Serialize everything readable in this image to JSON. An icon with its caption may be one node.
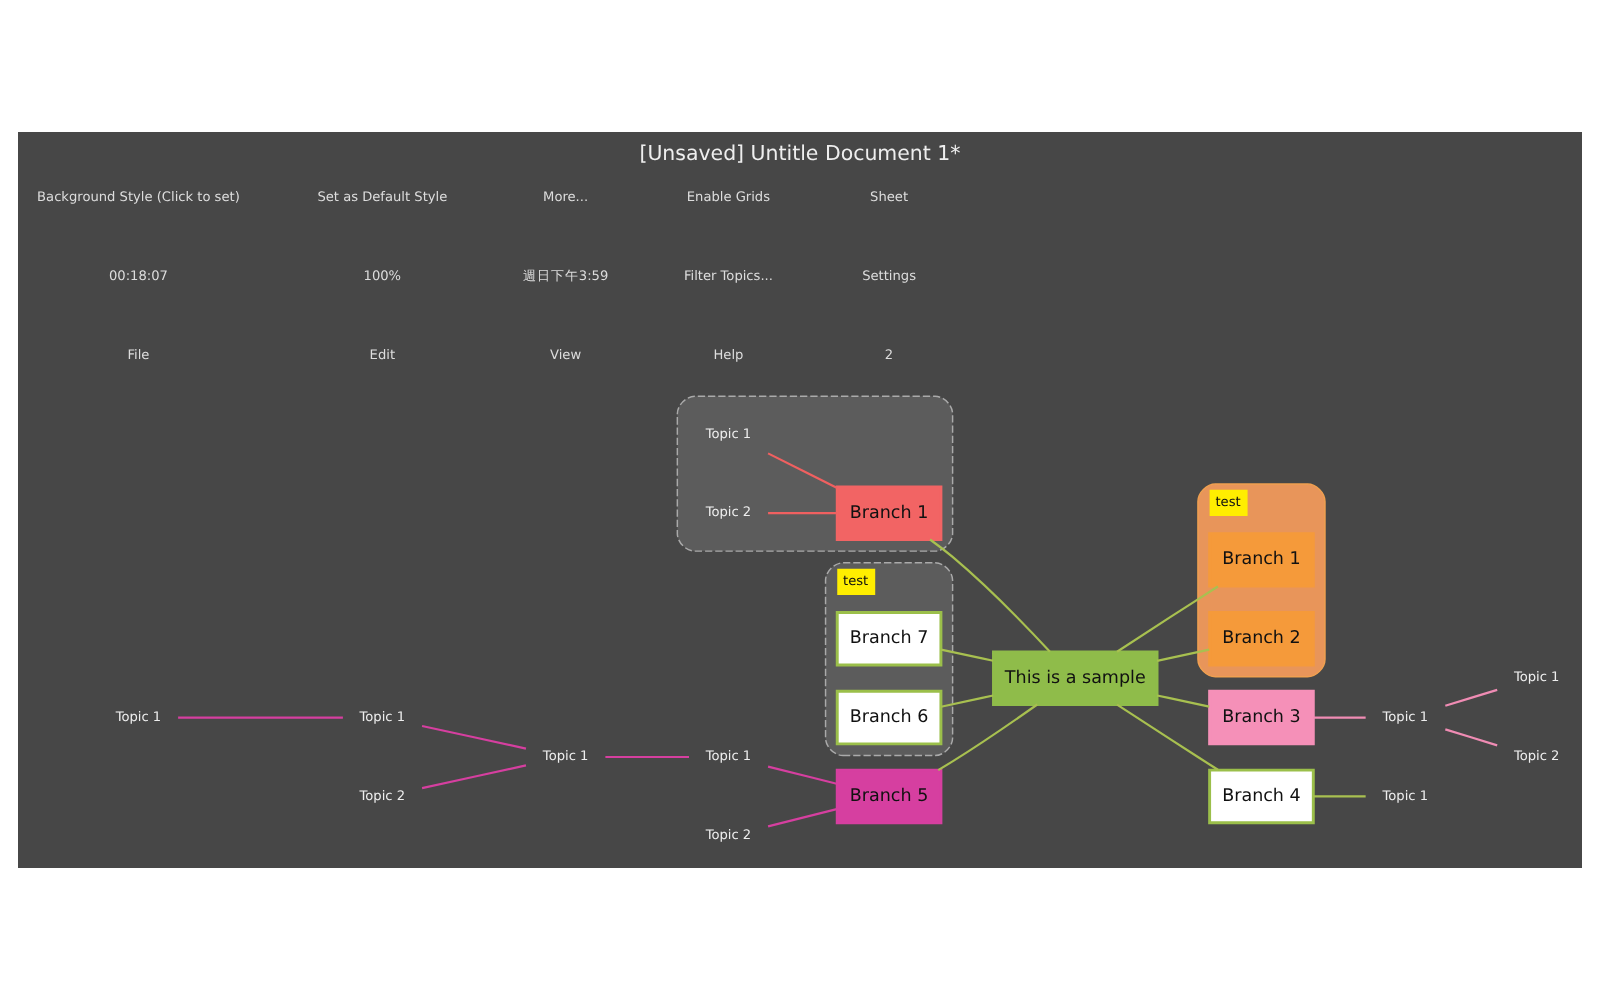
{
  "diagram": {
    "title": "[Unsaved] Untitle Document 1*",
    "nodes": [
      {
        "text": [
          "This is a sample"
        ]
      },
      {
        "text": [],
        "shape": "box"
      },
      {
        "text": [
          "Branch 1"
        ],
        "in": 1
      },
      {
        "text": [
          "Topic 1"
        ],
        "in": 1
      },
      {
        "text": [
          "Topic 2"
        ],
        "in": 1
      },
      {
        "text": [
          "test"
        ]
      },
      {
        "text": [
          "Branch 1"
        ],
        "in": 5
      },
      {
        "text": [
          "Branch 2"
        ],
        "in": 5
      },
      {
        "text": [
          "test"
        ]
      },
      {
        "text": [
          "Branch 7"
        ],
        "in": 8
      },
      {
        "text": [
          "Branch 6"
        ],
        "in": 8
      },
      {
        "text": [
          "Branch 3"
        ]
      },
      {
        "text": [
          "Topic 1"
        ]
      },
      {
        "text": [
          "Topic 1"
        ]
      },
      {
        "text": [
          "Topic 2"
        ]
      },
      {
        "text": [
          "Branch 4"
        ]
      },
      {
        "text": [
          "Topic 1"
        ]
      },
      {
        "text": [
          "Branch 5"
        ]
      },
      {
        "text": [
          "Topic 1"
        ]
      },
      {
        "text": [
          "Topic 2"
        ]
      },
      {
        "text": [
          "Topic 1"
        ]
      },
      {
        "text": [
          "Topic 1"
        ]
      },
      {
        "text": [
          "Topic 2"
        ]
      },
      {
        "text": [
          "Topic 1"
        ]
      }
    ],
    "edges": [
      {
        "from": 0,
        "to": 2,
        "arrow": "none"
      },
      {
        "from": 0,
        "to": 6,
        "arrow": "none"
      },
      {
        "from": 0,
        "to": 7,
        "arrow": "none"
      },
      {
        "from": 0,
        "to": 9,
        "arrow": "none"
      },
      {
        "from": 0,
        "to": 10,
        "arrow": "none"
      },
      {
        "from": 0,
        "to": 11,
        "arrow": "none"
      },
      {
        "from": 0,
        "to": 15,
        "arrow": "none"
      },
      {
        "from": 0,
        "to": 17,
        "arrow": "none"
      },
      {
        "from": 2,
        "to": 3,
        "arrow": "none",
        "color": "#f06060"
      },
      {
        "from": 2,
        "to": 4,
        "arrow": "none",
        "color": "#f06060"
      },
      {
        "from": 11,
        "to": 12,
        "arrow": "none",
        "color": "#f08cb4"
      },
      {
        "from": 12,
        "to": 13,
        "arrow": "none",
        "color": "#f08cb4"
      },
      {
        "from": 12,
        "to": 14,
        "arrow": "none",
        "color": "#f08cb4"
      },
      {
        "from": 15,
        "to": 16,
        "arrow": "none"
      },
      {
        "from": 17,
        "to": 18,
        "arrow": "none",
        "color": "#d63fa0"
      },
      {
        "from": 17,
        "to": 19,
        "arrow": "none",
        "color": "#d63fa0"
      },
      {
        "from": 18,
        "to": 20,
        "arrow": "none",
        "color": "#d63fa0"
      },
      {
        "from": 20,
        "to": 21,
        "arrow": "none",
        "color": "#d63fa0"
      },
      {
        "from": 20,
        "to": 22,
        "arrow": "none",
        "color": "#d63fa0"
      },
      {
        "from": 21,
        "to": 23,
        "arrow": "none",
        "color": "#d63fa0"
      }
    ],
    "labels": [
      "File",
      "Edit",
      "View",
      "Help",
      "2",
      "00:18:07",
      "100%",
      "週日下午3:59",
      "Filter Topics...",
      "Settings",
      "Background Style (Click to set)",
      "Set as Default Style",
      "More...",
      "Enable Grids",
      "Sheet"
    ]
  }
}
